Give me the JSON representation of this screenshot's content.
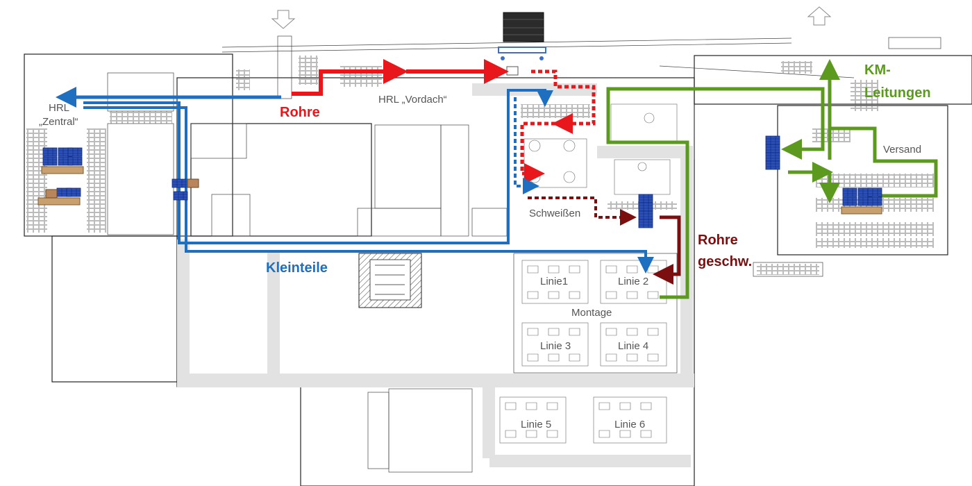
{
  "labels": {
    "hrl_zentral_1": "HRL",
    "hrl_zentral_2": "„Zentral“",
    "hrl_vordach": "HRL „Vordach“",
    "schweissen": "Schweißen",
    "versand": "Versand",
    "montage": "Montage",
    "linie1": "Linie1",
    "linie2": "Linie 2",
    "linie3": "Linie 3",
    "linie4": "Linie 4",
    "linie5": "Linie 5",
    "linie6": "Linie 6"
  },
  "flows": {
    "rohre": "Rohre",
    "kleinteile": "Kleinteile",
    "km_1": "KM-",
    "km_2": "Leitungen",
    "rohre_geschw_1": "Rohre",
    "rohre_geschw_2": "geschw."
  },
  "colors": {
    "red": "#e8171c",
    "blue": "#1f6fc1",
    "green": "#5b9a1e",
    "darkred": "#7b0f0f",
    "crate": "#2c4fb8",
    "pallet": "#c8a070"
  }
}
